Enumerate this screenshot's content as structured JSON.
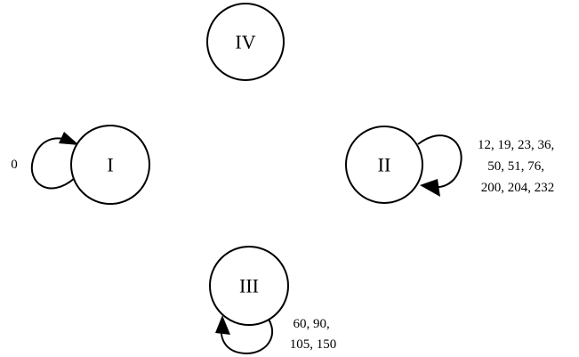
{
  "nodes": {
    "iv": {
      "label": "IV"
    },
    "i": {
      "label": "I"
    },
    "ii": {
      "label": "II"
    },
    "iii": {
      "label": "III"
    }
  },
  "loops": {
    "i": {
      "lines": [
        "0"
      ]
    },
    "ii": {
      "lines": [
        "12, 19, 23, 36,",
        "50, 51, 76,",
        "200, 204, 232"
      ]
    },
    "iii": {
      "lines": [
        "60, 90,",
        "105, 150"
      ]
    }
  },
  "colors": {
    "stroke": "#000000",
    "background": "#ffffff"
  }
}
